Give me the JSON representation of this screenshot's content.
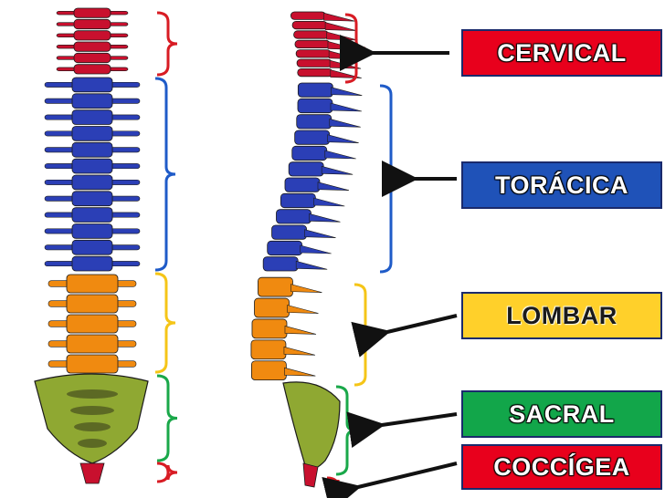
{
  "regions": [
    {
      "key": "cervical",
      "label": "CERVICAL",
      "color": "#e8001c",
      "bracket_color": "#d81c24",
      "vertebra_color": "#c8102e"
    },
    {
      "key": "toracica",
      "label": "TORÁCICA",
      "color": "#1f52b8",
      "bracket_color": "#1f5bc8",
      "vertebra_color": "#2b3fb6"
    },
    {
      "key": "lombar",
      "label": "LOMBAR",
      "color": "#ffd02a",
      "bracket_color": "#f5c518",
      "vertebra_color": "#f08a10"
    },
    {
      "key": "sacral",
      "label": "SACRAL",
      "color": "#12a64a",
      "bracket_color": "#1aa84a",
      "vertebra_color": "#8fa832"
    },
    {
      "key": "coccigea",
      "label": "COCCÍGEA",
      "color": "#e8001c",
      "bracket_color": "#d81c24",
      "vertebra_color": "#c8102e"
    }
  ],
  "colors": {
    "arrow": "#111111",
    "label_border": "#1a2a6c",
    "label_text": "#ffffff",
    "background": "#ffffff"
  }
}
